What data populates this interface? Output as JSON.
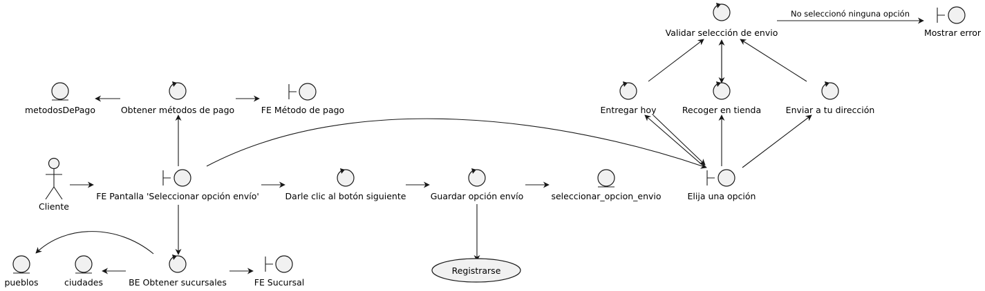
{
  "nodes": [
    {
      "id": "cliente",
      "kind": "actor",
      "label": "Cliente"
    },
    {
      "id": "fe_pantalla",
      "kind": "boundary",
      "label": "FE Pantalla 'Seleccionar opción envío'"
    },
    {
      "id": "obtener_metodos",
      "kind": "control",
      "label": "Obtener métodos de pago"
    },
    {
      "id": "metodos_de_pago",
      "kind": "entity",
      "label": "metodosDePago"
    },
    {
      "id": "fe_metodo_pago",
      "kind": "boundary",
      "label": "FE Método de pago"
    },
    {
      "id": "be_obtener_sucursales",
      "kind": "control",
      "label": "BE Obtener sucursales"
    },
    {
      "id": "ciudades",
      "kind": "entity",
      "label": "ciudades"
    },
    {
      "id": "pueblos",
      "kind": "entity",
      "label": "pueblos"
    },
    {
      "id": "fe_sucursal",
      "kind": "boundary",
      "label": "FE Sucursal"
    },
    {
      "id": "darle_clic",
      "kind": "control",
      "label": "Darle clic al botón siguiente"
    },
    {
      "id": "guardar_opcion",
      "kind": "control",
      "label": "Guardar opción envío"
    },
    {
      "id": "seleccionar_opcion_envio",
      "kind": "entity",
      "label": "seleccionar_opcion_envio"
    },
    {
      "id": "registrarse",
      "kind": "usecase",
      "label": "Registrarse"
    },
    {
      "id": "elija_opcion",
      "kind": "boundary",
      "label": "Elija una opción"
    },
    {
      "id": "entregar_hoy",
      "kind": "control",
      "label": "Entregar hoy"
    },
    {
      "id": "recoger_tienda",
      "kind": "control",
      "label": "Recoger en tienda"
    },
    {
      "id": "enviar_direccion",
      "kind": "control",
      "label": "Enviar a tu dirección"
    },
    {
      "id": "validar_seleccion",
      "kind": "control",
      "label": "Validar selección de envio"
    },
    {
      "id": "mostrar_error",
      "kind": "boundary",
      "label": "Mostrar error"
    }
  ],
  "edges": [
    {
      "from": "cliente",
      "to": "fe_pantalla",
      "label": ""
    },
    {
      "from": "fe_pantalla",
      "to": "obtener_metodos",
      "label": ""
    },
    {
      "from": "obtener_metodos",
      "to": "metodos_de_pago",
      "label": ""
    },
    {
      "from": "obtener_metodos",
      "to": "fe_metodo_pago",
      "label": ""
    },
    {
      "from": "fe_pantalla",
      "to": "be_obtener_sucursales",
      "label": ""
    },
    {
      "from": "be_obtener_sucursales",
      "to": "ciudades",
      "label": ""
    },
    {
      "from": "be_obtener_sucursales",
      "to": "pueblos",
      "label": ""
    },
    {
      "from": "be_obtener_sucursales",
      "to": "fe_sucursal",
      "label": ""
    },
    {
      "from": "fe_pantalla",
      "to": "darle_clic",
      "label": ""
    },
    {
      "from": "fe_pantalla",
      "to": "elija_opcion",
      "label": ""
    },
    {
      "from": "darle_clic",
      "to": "guardar_opcion",
      "label": ""
    },
    {
      "from": "guardar_opcion",
      "to": "seleccionar_opcion_envio",
      "label": ""
    },
    {
      "from": "guardar_opcion",
      "to": "registrarse",
      "label": ""
    },
    {
      "from": "elija_opcion",
      "to": "entregar_hoy",
      "label": ""
    },
    {
      "from": "entregar_hoy",
      "to": "elija_opcion",
      "label": ""
    },
    {
      "from": "elija_opcion",
      "to": "recoger_tienda",
      "label": ""
    },
    {
      "from": "elija_opcion",
      "to": "enviar_direccion",
      "label": ""
    },
    {
      "from": "entregar_hoy",
      "to": "validar_seleccion",
      "label": ""
    },
    {
      "from": "recoger_tienda",
      "to": "validar_seleccion",
      "label": ""
    },
    {
      "from": "validar_seleccion",
      "to": "recoger_tienda",
      "label": ""
    },
    {
      "from": "enviar_direccion",
      "to": "validar_seleccion",
      "label": ""
    },
    {
      "from": "validar_seleccion",
      "to": "mostrar_error",
      "label": "No seleccionó ninguna opción"
    }
  ]
}
